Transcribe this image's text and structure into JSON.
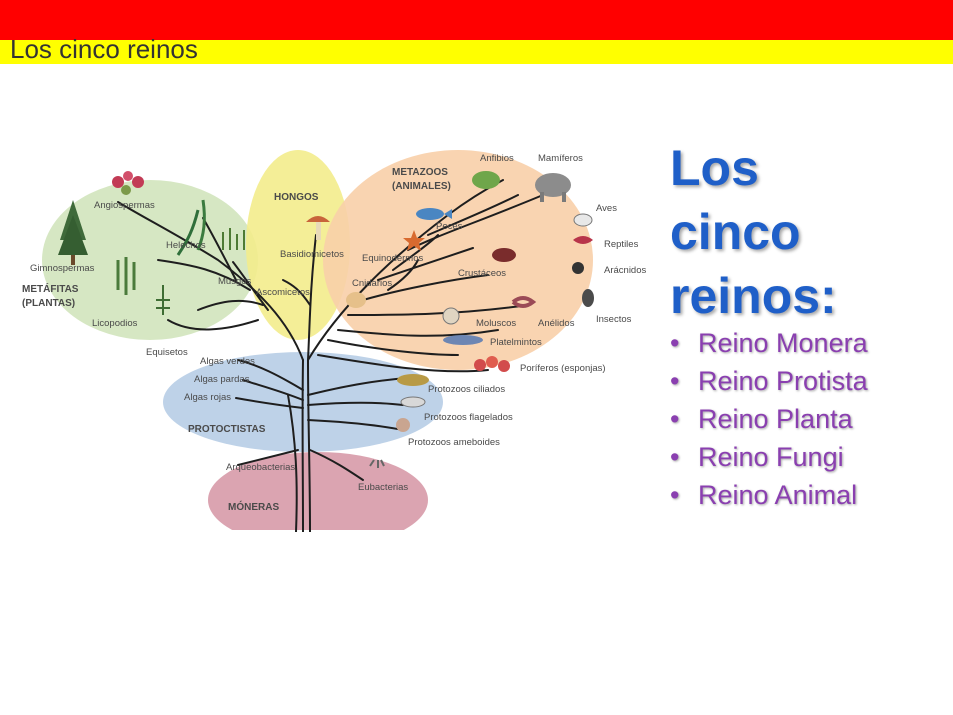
{
  "slide": {
    "title": "Los cinco reinos",
    "colors": {
      "top_bar": "#ff0000",
      "title_bar": "#ffff00",
      "heading": "#1f5fc8",
      "list_items": "#8a3fb0"
    }
  },
  "heading_lines": [
    "Los",
    "cinco",
    "reinos:"
  ],
  "kingdoms": [
    "Reino Monera",
    "Reino Protista",
    "Reino Planta",
    "Reino Fungi",
    "Reino Animal"
  ],
  "diagram": {
    "groups": {
      "plantas": [
        "METÁFITAS",
        "(PLANTAS)"
      ],
      "hongos": "HONGOS",
      "animales": [
        "METAZOOS",
        "(ANIMALES)"
      ],
      "protoctistas": "PROTOCTISTAS",
      "moneras": "MÓNERAS"
    },
    "labels": {
      "angiospermas": "Angiospermas",
      "helechos": "Helechos",
      "gimnospermas": "Gimnospermas",
      "musgos": "Musgos",
      "licopodios": "Licopodios",
      "equisetos": "Equisetos",
      "basidiomicetos": "Basidiomicetos",
      "ascomicetos": "Ascomicetos",
      "anfibios": "Anfibios",
      "mamiferos": "Mamíferos",
      "aves": "Aves",
      "peces": "Peces",
      "reptiles": "Reptiles",
      "equinodermos": "Equinodermos",
      "aracnidos": "Arácnidos",
      "crustaceos": "Crustáceos",
      "cnidarios": "Cnidarios",
      "insectos": "Insectos",
      "moluscos": "Moluscos",
      "anelidos": "Anélidos",
      "platelmintos": "Platelmintos",
      "poriferos": "Poríferos (esponjas)",
      "algas_verdes": "Algas verdes",
      "algas_pardas": "Algas pardas",
      "algas_rojas": "Algas rojas",
      "protozoos_ciliados": "Protozoos ciliados",
      "protozoos_flagelados": "Protozoos flagelados",
      "protozoos_ameboides": "Protozoos ameboides",
      "arqueobacterias": "Arqueobacterias",
      "eubacterias": "Eubacterias"
    }
  }
}
